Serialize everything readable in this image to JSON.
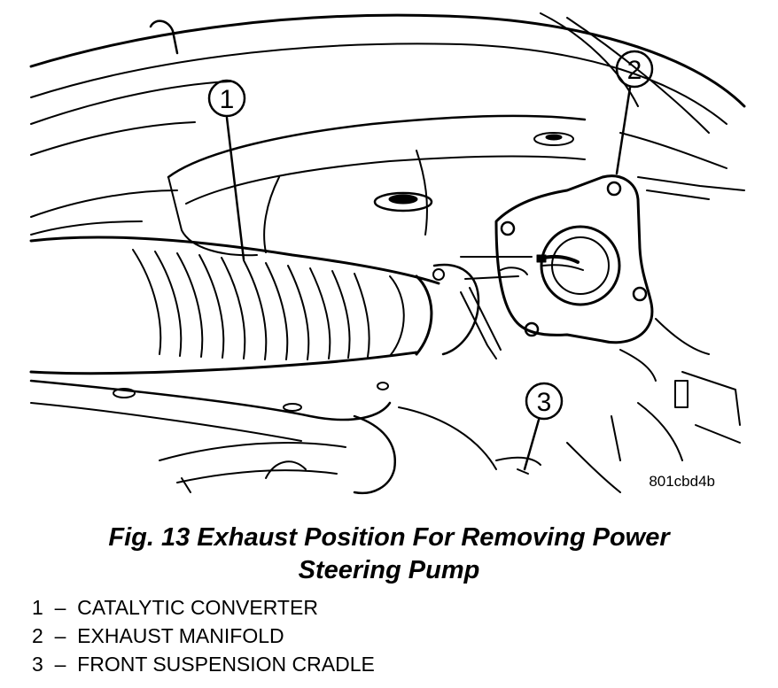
{
  "figure": {
    "callouts": [
      "1",
      "2",
      "3"
    ],
    "code": "801cbd4b"
  },
  "caption": {
    "line1": "Fig. 13 Exhaust Position For Removing Power",
    "line2": "Steering Pump"
  },
  "legend": [
    {
      "num": "1",
      "sep": "–",
      "label": "CATALYTIC CONVERTER"
    },
    {
      "num": "2",
      "sep": "–",
      "label": "EXHAUST MANIFOLD"
    },
    {
      "num": "3",
      "sep": "–",
      "label": "FRONT SUSPENSION CRADLE"
    }
  ],
  "colors": {
    "ink": "#000000",
    "paper": "#ffffff"
  }
}
